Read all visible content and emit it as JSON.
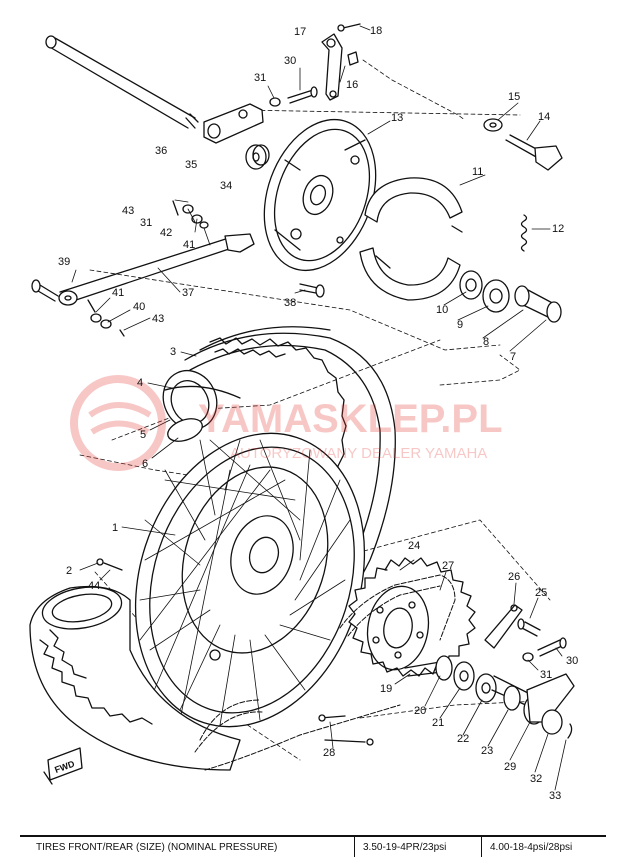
{
  "watermark": {
    "text": "YAMASKLEP.PL",
    "subtitle": "AUTORYZOWANY DEALER YAMAHA",
    "color": "#e53935"
  },
  "callouts": [
    "1",
    "2",
    "3",
    "4",
    "5",
    "6",
    "7",
    "8",
    "9",
    "10",
    "11",
    "12",
    "13",
    "14",
    "15",
    "16",
    "17",
    "18",
    "19",
    "20",
    "21",
    "22",
    "23",
    "24",
    "25",
    "26",
    "27",
    "28",
    "29",
    "30",
    "30",
    "31",
    "31",
    "32",
    "33",
    "34",
    "35",
    "36",
    "37",
    "38",
    "39",
    "40",
    "41",
    "41",
    "42",
    "43",
    "43",
    "44"
  ],
  "fwd_label": "FWD",
  "tire_table": {
    "header": "TIRES FRONT/REAR (SIZE) (NOMINAL PRESSURE)",
    "front": "3.50-19-4PR/23psi",
    "rear": "4.00-18-4psi/28psi"
  }
}
